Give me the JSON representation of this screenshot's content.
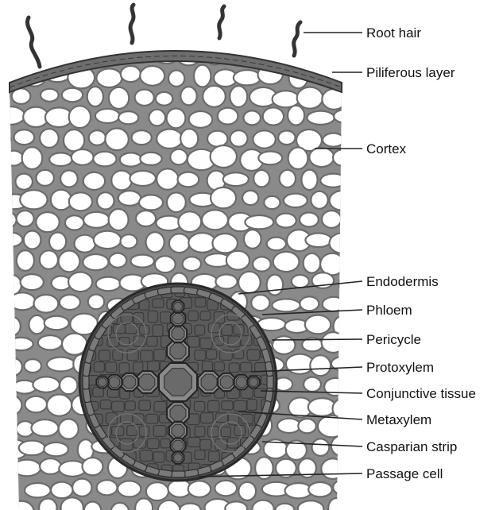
{
  "diagram": {
    "labels": [
      {
        "id": "root-hair",
        "text": "Root hair"
      },
      {
        "id": "piliferous-layer",
        "text": "Piliferous layer"
      },
      {
        "id": "cortex",
        "text": "Cortex"
      },
      {
        "id": "endodermis",
        "text": "Endodermis"
      },
      {
        "id": "phloem",
        "text": "Phloem"
      },
      {
        "id": "pericycle",
        "text": "Pericycle"
      },
      {
        "id": "protoxylem",
        "text": "Protoxylem"
      },
      {
        "id": "conjunctive-tissue",
        "text": "Conjunctive tissue"
      },
      {
        "id": "metaxylem",
        "text": "Metaxylem"
      },
      {
        "id": "casparian-strip",
        "text": "Casparian strip"
      },
      {
        "id": "passage-cell",
        "text": "Passage cell"
      }
    ]
  }
}
